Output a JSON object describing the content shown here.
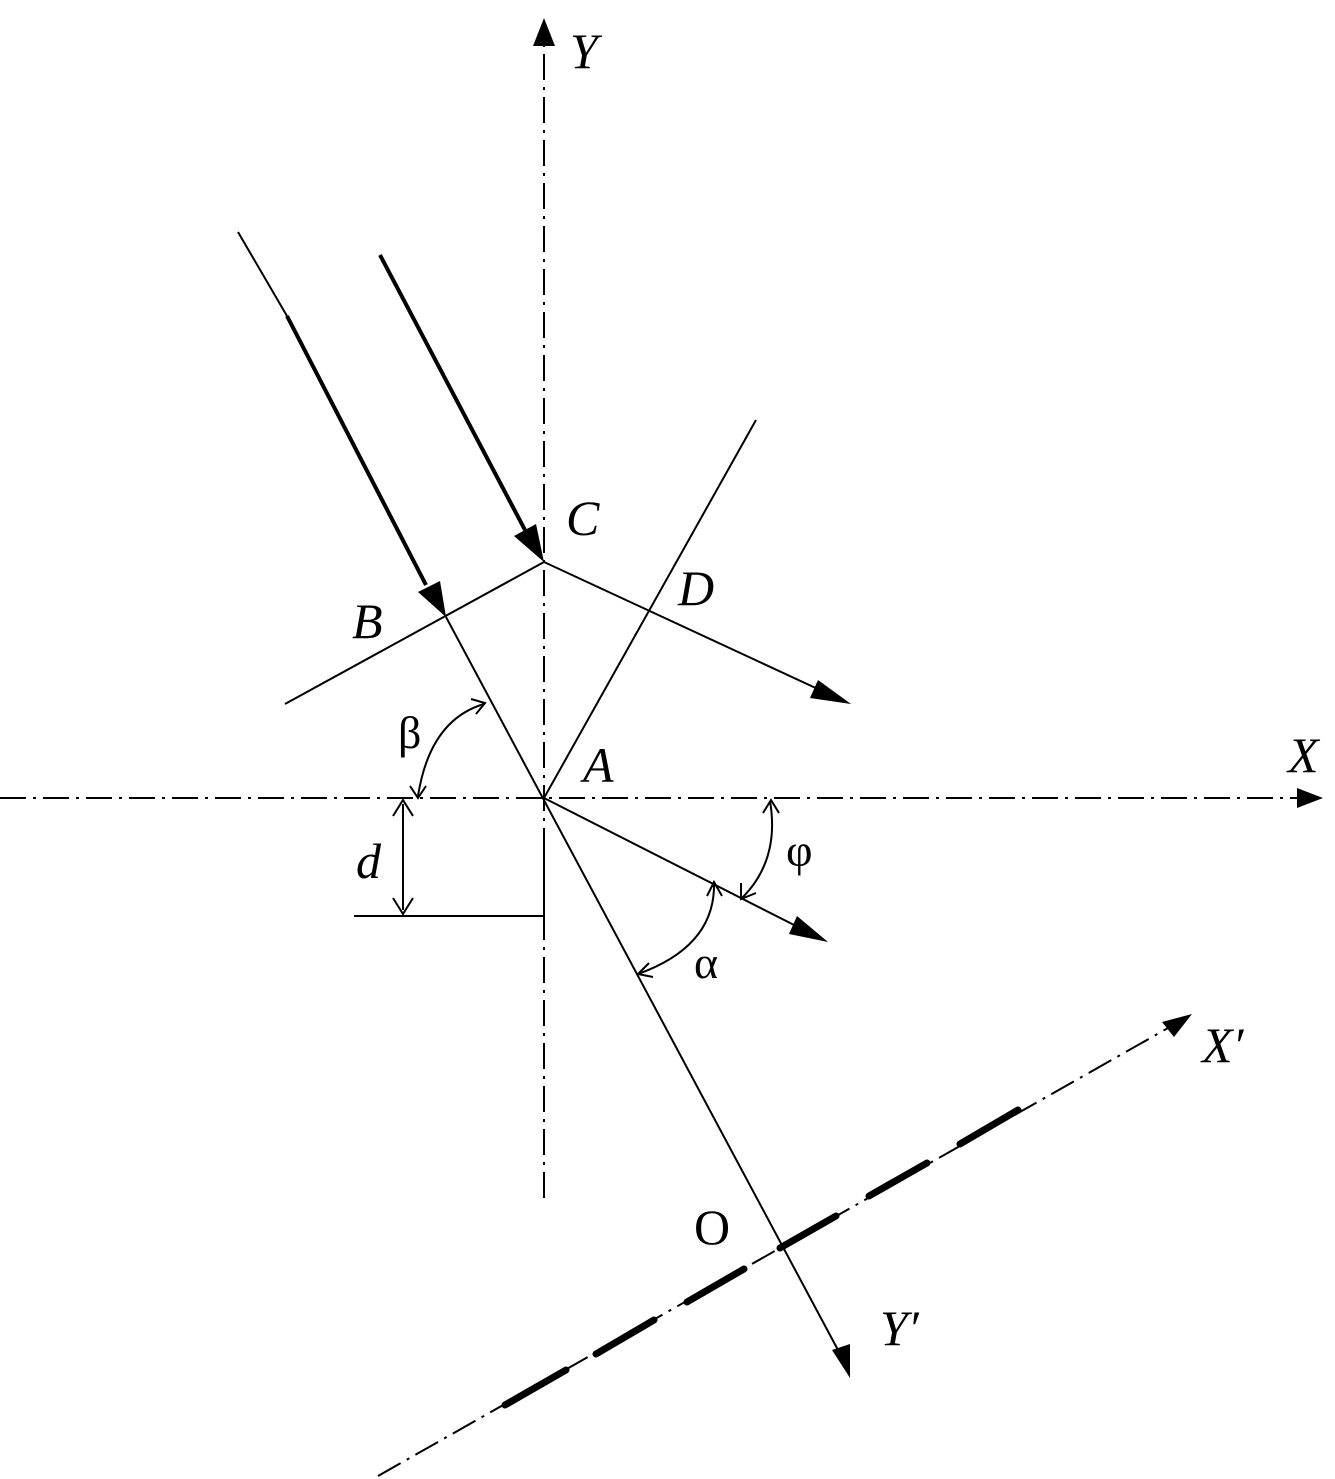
{
  "labels": {
    "y_axis": "Y",
    "x_axis": "X",
    "point_c": "C",
    "point_d": "D",
    "point_b": "B",
    "point_a": "A",
    "angle_beta": "β",
    "angle_phi": "φ",
    "dimension_d": "d",
    "angle_alpha": "α",
    "x_prime_axis": "X′",
    "origin_o": "O",
    "y_prime_axis": "Y′"
  }
}
